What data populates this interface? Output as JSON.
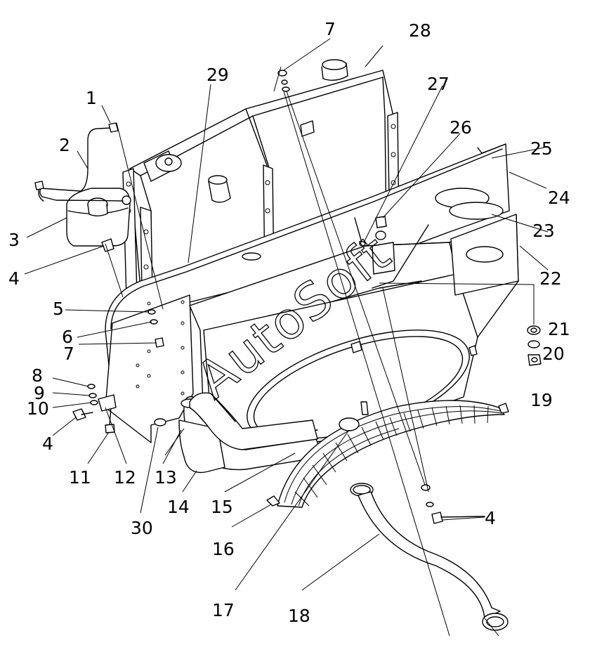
{
  "diagram": {
    "watermark": "AutoSoft",
    "callouts": [
      {
        "id": "1",
        "text": "1"
      },
      {
        "id": "2",
        "text": "2"
      },
      {
        "id": "3",
        "text": "3"
      },
      {
        "id": "4a",
        "text": "4"
      },
      {
        "id": "4b",
        "text": "4"
      },
      {
        "id": "4c",
        "text": "4"
      },
      {
        "id": "5",
        "text": "5"
      },
      {
        "id": "6",
        "text": "6"
      },
      {
        "id": "7a",
        "text": "7"
      },
      {
        "id": "7b",
        "text": "7"
      },
      {
        "id": "8",
        "text": "8"
      },
      {
        "id": "9",
        "text": "9"
      },
      {
        "id": "10",
        "text": "10"
      },
      {
        "id": "11",
        "text": "11"
      },
      {
        "id": "12",
        "text": "12"
      },
      {
        "id": "13",
        "text": "13"
      },
      {
        "id": "14",
        "text": "14"
      },
      {
        "id": "15",
        "text": "15"
      },
      {
        "id": "16",
        "text": "16"
      },
      {
        "id": "17",
        "text": "17"
      },
      {
        "id": "18",
        "text": "18"
      },
      {
        "id": "19",
        "text": "19"
      },
      {
        "id": "20",
        "text": "20"
      },
      {
        "id": "21",
        "text": "21"
      },
      {
        "id": "22",
        "text": "22"
      },
      {
        "id": "23",
        "text": "23"
      },
      {
        "id": "24",
        "text": "24"
      },
      {
        "id": "25",
        "text": "25"
      },
      {
        "id": "26",
        "text": "26"
      },
      {
        "id": "27",
        "text": "27"
      },
      {
        "id": "28",
        "text": "28"
      },
      {
        "id": "29",
        "text": "29"
      },
      {
        "id": "30",
        "text": "30"
      }
    ]
  }
}
